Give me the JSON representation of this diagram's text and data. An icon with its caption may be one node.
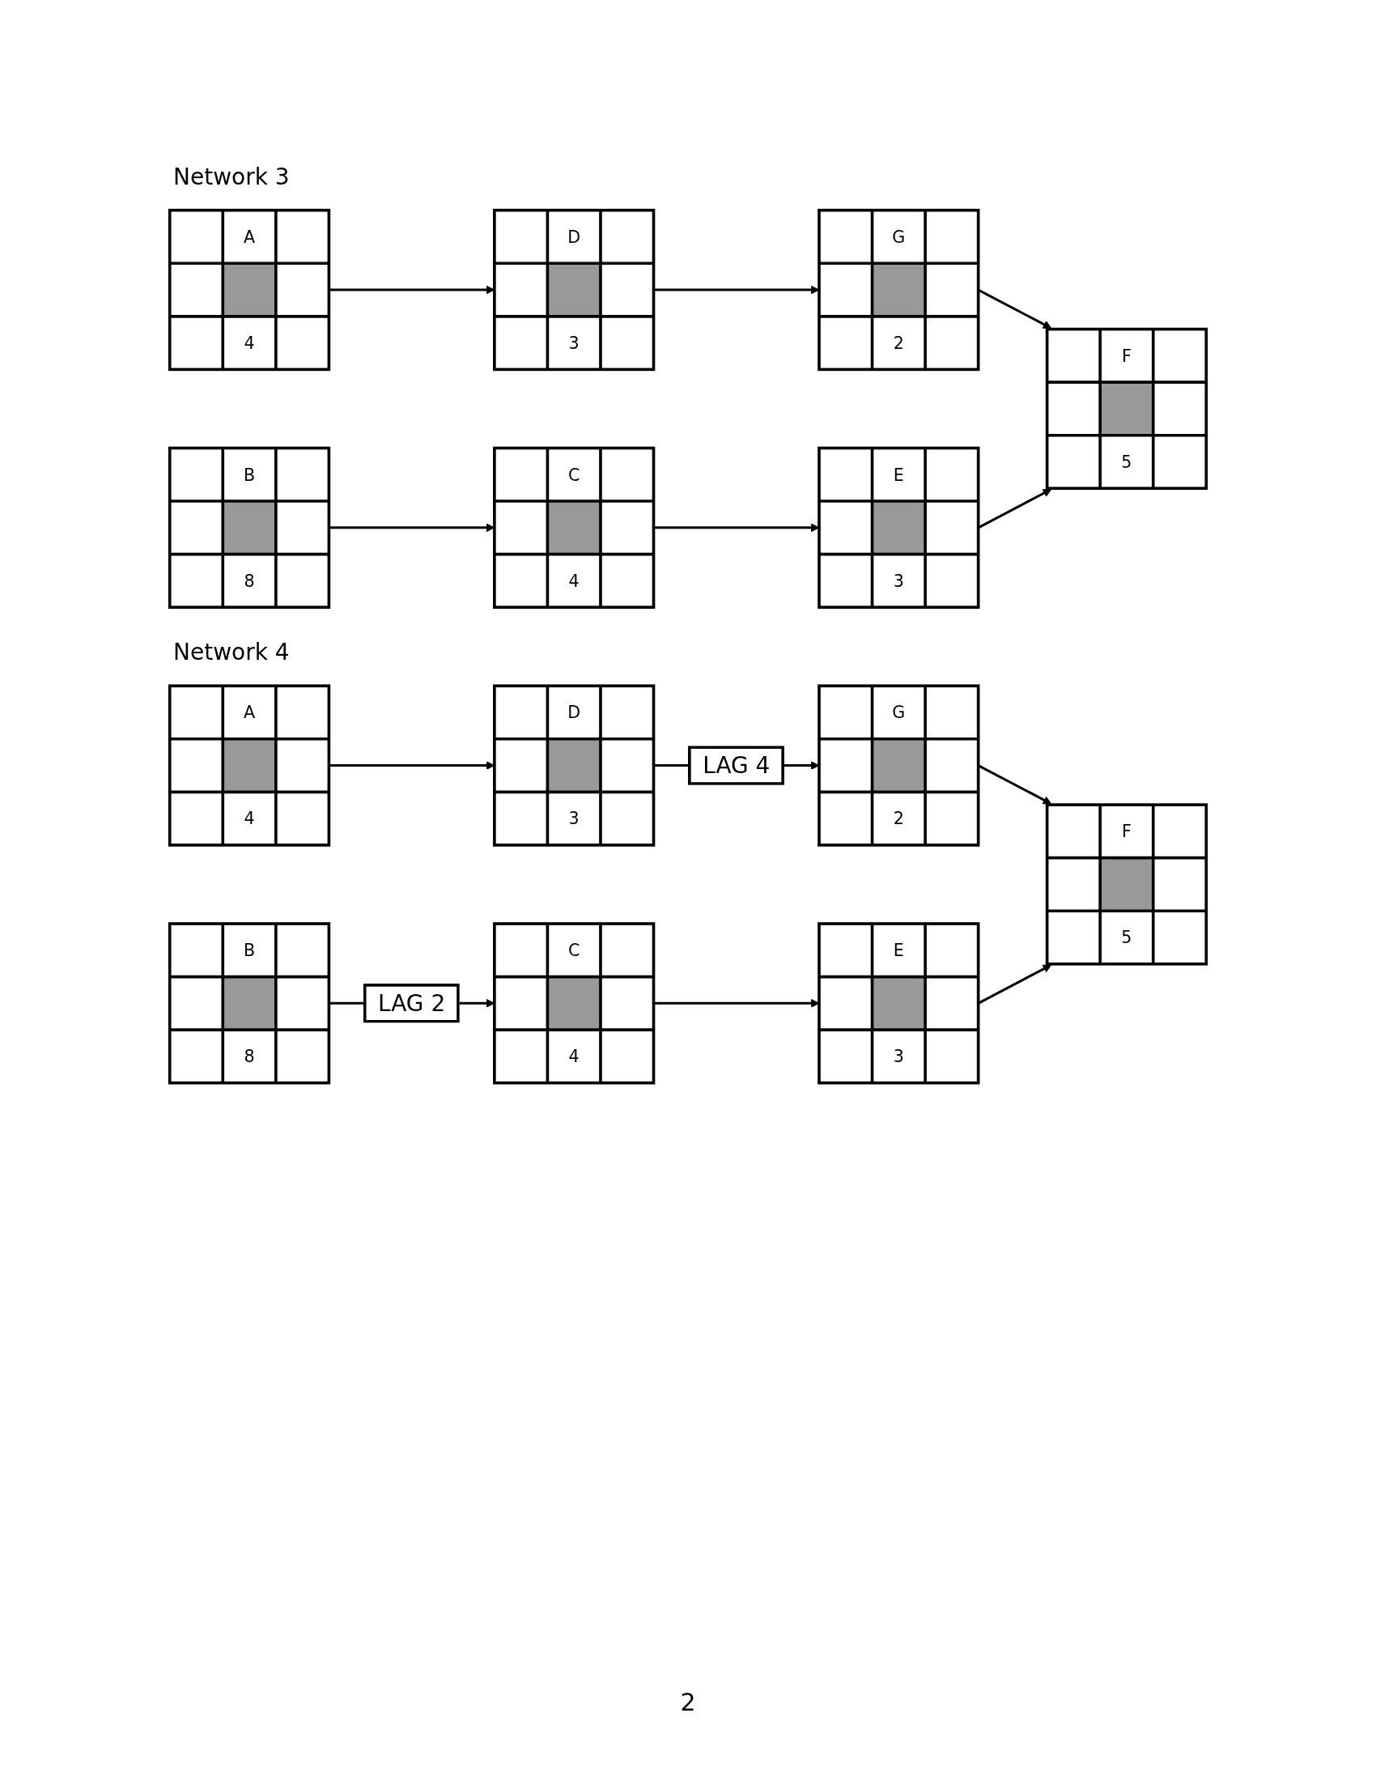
{
  "diagram": {
    "nodes": [
      {
        "text": [
          "A",
          "4"
        ]
      },
      {
        "text": [
          "D",
          "3"
        ]
      },
      {
        "text": [
          "G",
          "2"
        ]
      },
      {
        "text": [
          "F",
          "5"
        ]
      },
      {
        "text": [
          "B",
          "8"
        ]
      },
      {
        "text": [
          "C",
          "4"
        ]
      },
      {
        "text": [
          "E",
          "3"
        ]
      },
      {
        "text": [
          "A",
          "4"
        ]
      },
      {
        "text": [
          "D",
          "3"
        ]
      },
      {
        "text": [
          "G",
          "2"
        ]
      },
      {
        "text": [
          "F",
          "5"
        ]
      },
      {
        "text": [
          "B",
          "8"
        ]
      },
      {
        "text": [
          "C",
          "4"
        ]
      },
      {
        "text": [
          "E",
          "3"
        ]
      }
    ],
    "edges": [
      {
        "from": 0,
        "to": 1,
        "arrow": "to"
      },
      {
        "from": 1,
        "to": 2,
        "arrow": "to"
      },
      {
        "from": 2,
        "to": 3,
        "arrow": "to"
      },
      {
        "from": 4,
        "to": 5,
        "arrow": "to"
      },
      {
        "from": 5,
        "to": 6,
        "arrow": "to"
      },
      {
        "from": 6,
        "to": 3,
        "arrow": "to"
      },
      {
        "from": 7,
        "to": 8,
        "arrow": "to"
      },
      {
        "from": 8,
        "to": 9,
        "arrow": "to",
        "label": "LAG 4"
      },
      {
        "from": 9,
        "to": 10,
        "arrow": "to"
      },
      {
        "from": 11,
        "to": 12,
        "arrow": "to",
        "label": "LAG 2"
      },
      {
        "from": 12,
        "to": 13,
        "arrow": "to"
      },
      {
        "from": 13,
        "to": 10,
        "arrow": "to"
      }
    ],
    "labels": [
      "Network 3",
      "Network 4",
      "2"
    ]
  }
}
